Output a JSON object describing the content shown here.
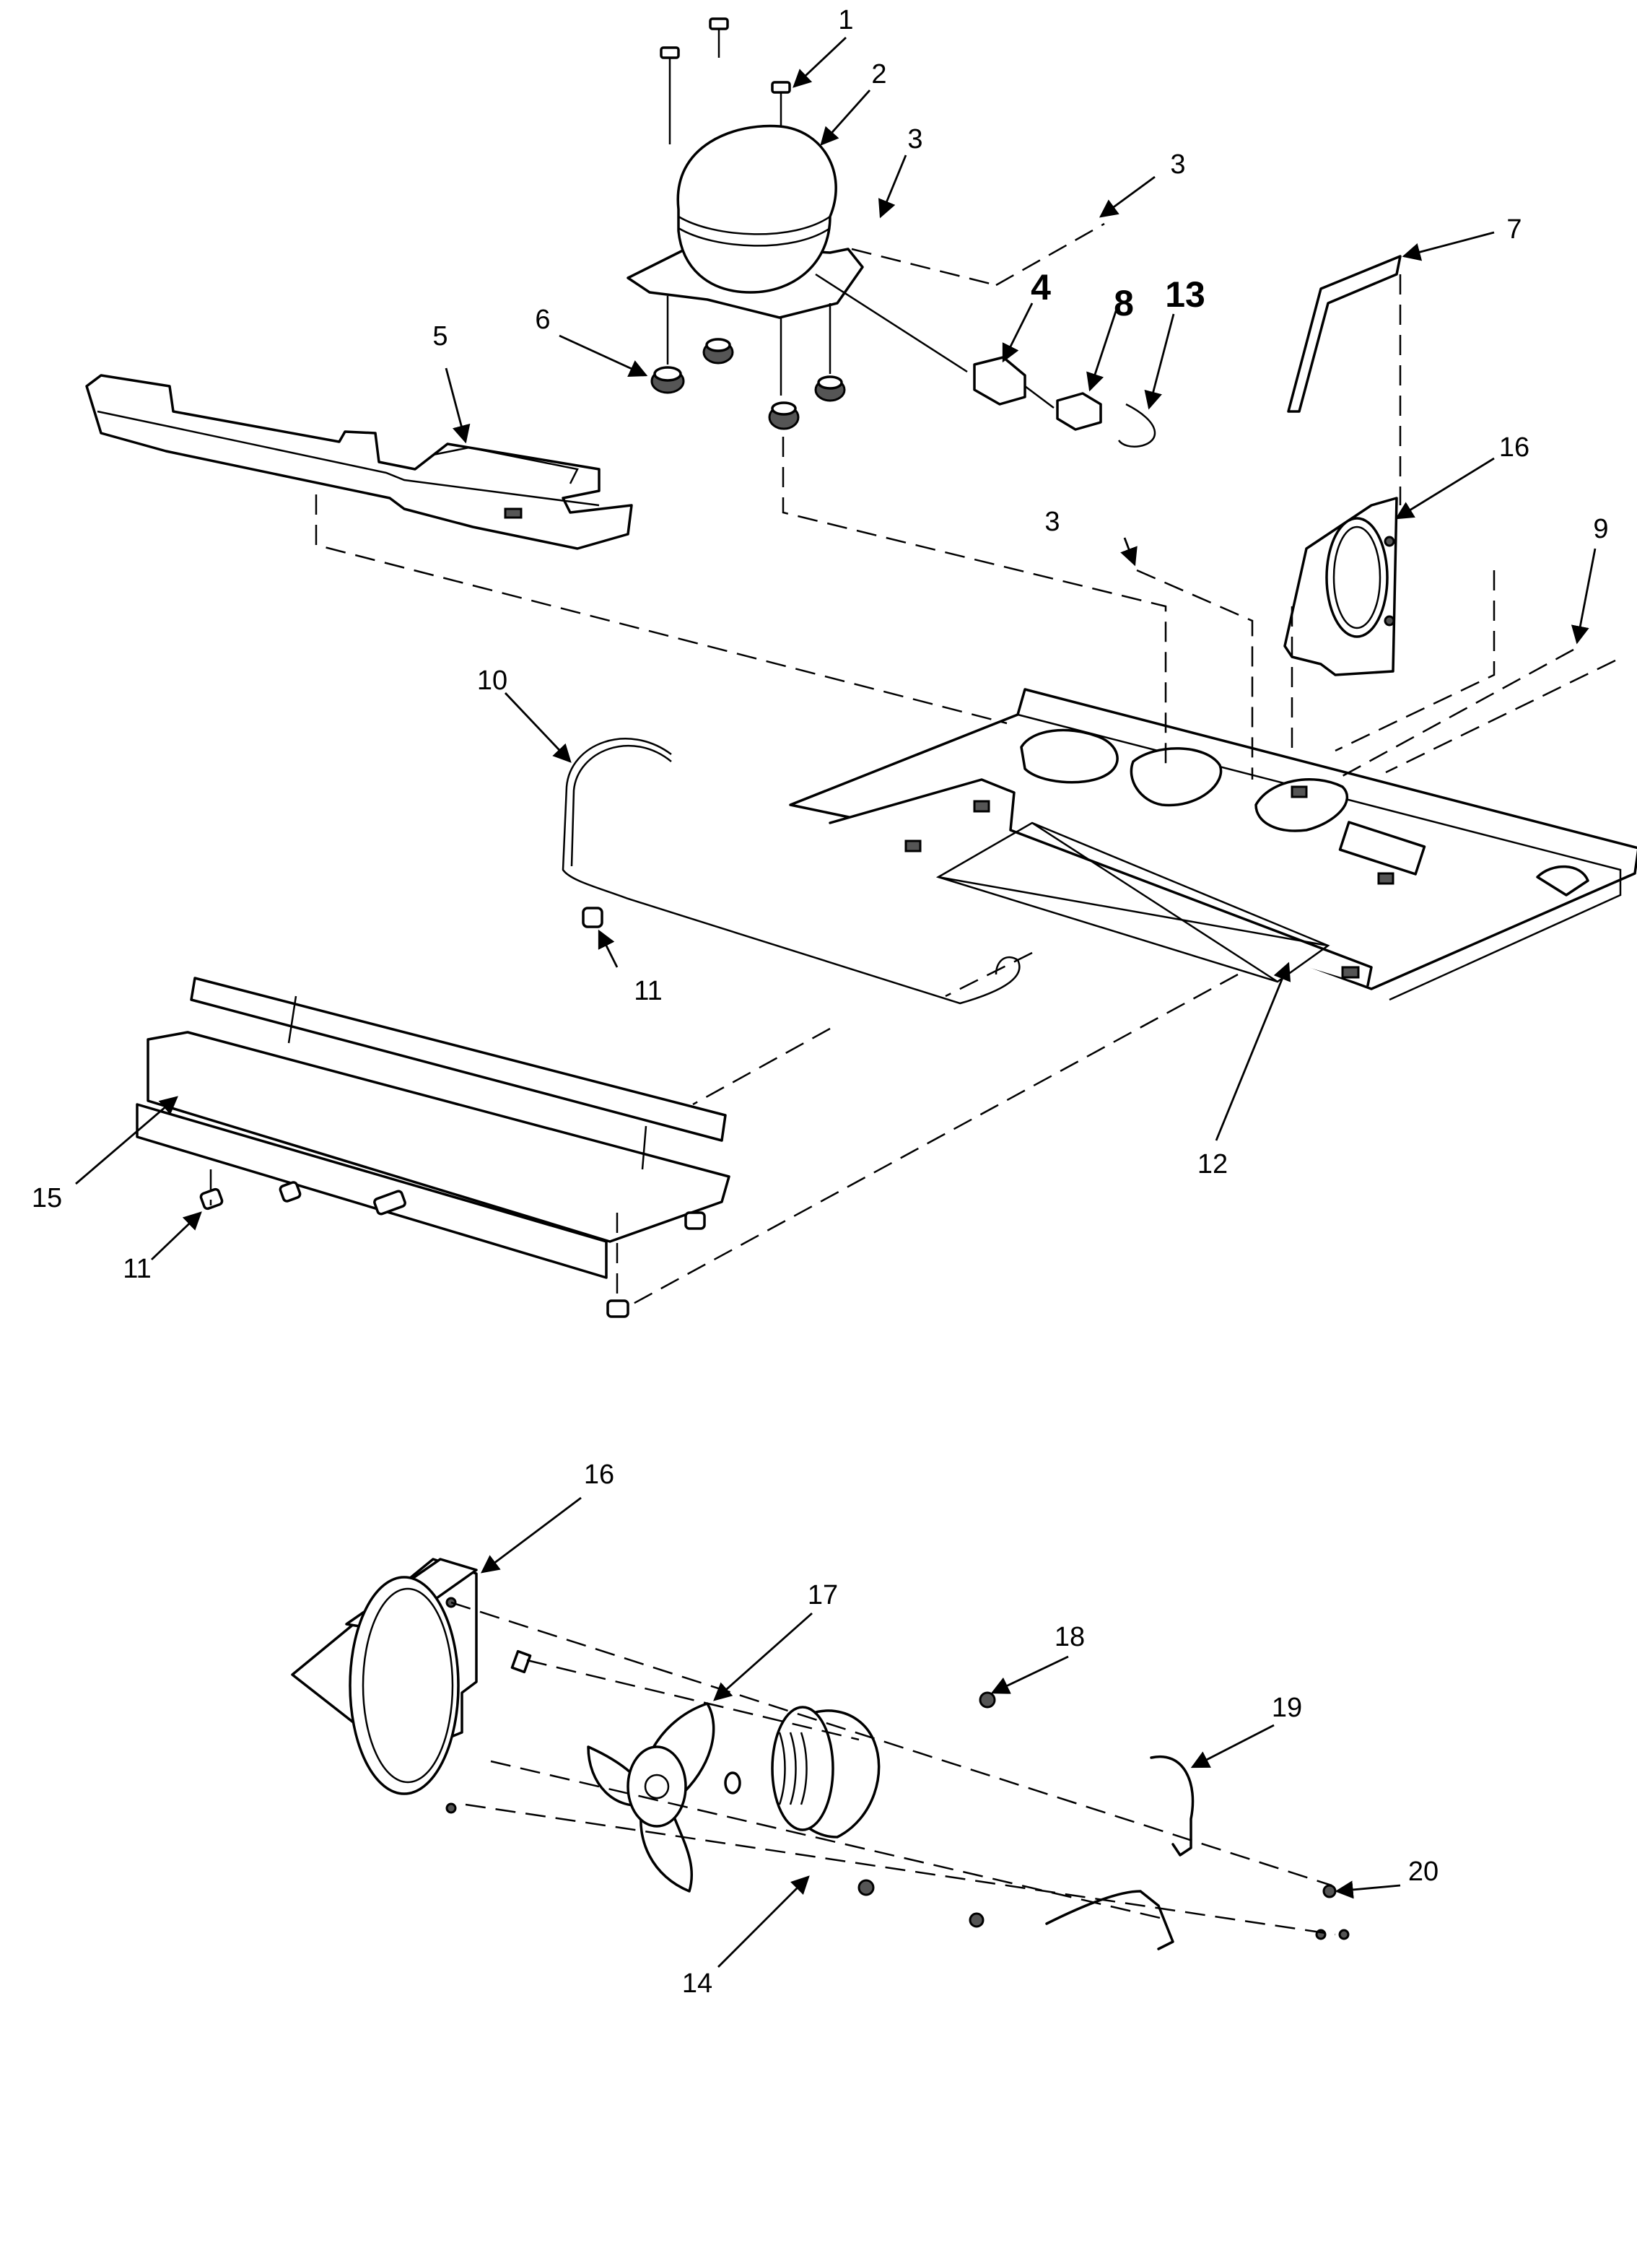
{
  "callouts": {
    "c1": "1",
    "c2": "2",
    "c3a": "3",
    "c3b": "3",
    "c3c": "3",
    "c4": "4",
    "c5": "5",
    "c6": "6",
    "c7": "7",
    "c8": "8",
    "c9": "9",
    "c10": "10",
    "c11a": "11",
    "c11b": "11",
    "c12": "12",
    "c13": "13",
    "c14": "14",
    "c15": "15",
    "c16a": "16",
    "c16b": "16",
    "c17": "17",
    "c18": "18",
    "c19": "19",
    "c20": "20"
  }
}
